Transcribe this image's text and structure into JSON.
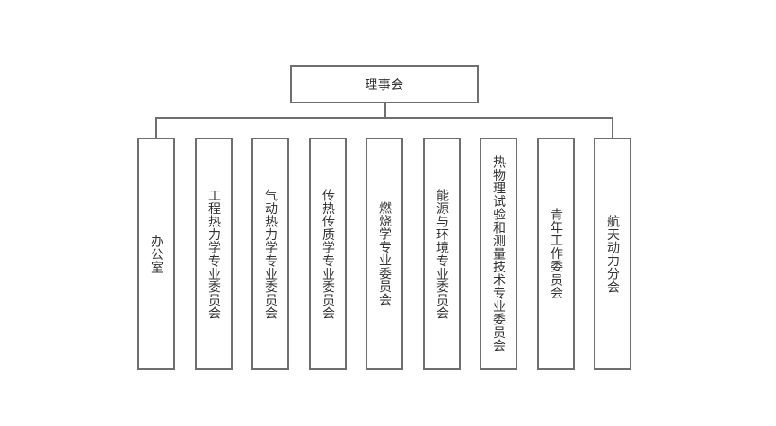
{
  "org_chart": {
    "root": {
      "label": "理事会"
    },
    "children": [
      {
        "label": "办公室"
      },
      {
        "label": "工程热力学专业委员会"
      },
      {
        "label": "气动热力学专业委员会"
      },
      {
        "label": "传热传质学专业委员会"
      },
      {
        "label": "燃烧学专业委员会"
      },
      {
        "label": "能源与环境专业委员会"
      },
      {
        "label": "热物理试验和测量技术专业委员会"
      },
      {
        "label": "青年工作委员会"
      },
      {
        "label": "航天动力分会"
      }
    ]
  },
  "colors": {
    "border": "#6f6f6f",
    "text": "#333333",
    "background": "#ffffff"
  }
}
